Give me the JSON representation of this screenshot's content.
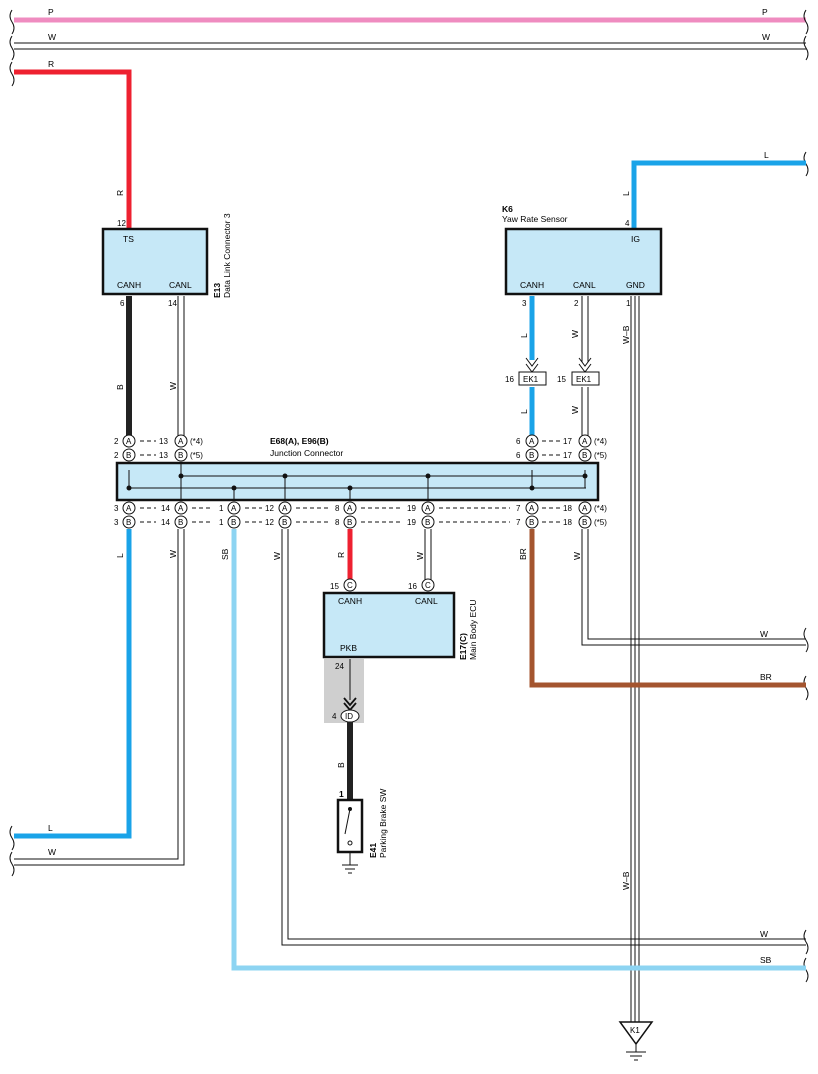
{
  "wire_colors": {
    "P": "#ef8cc0",
    "R": "#ee2130",
    "B": "#222222",
    "L": "#1aa3e8",
    "SB": "#8dd4f2",
    "BR": "#a4552f",
    "W": "#ffffff"
  },
  "wires": {
    "p": "P",
    "w": "W",
    "r": "R",
    "b": "B",
    "l": "L",
    "sb": "SB",
    "br": "BR",
    "wb": "W–B"
  },
  "dlc": {
    "code": "E13",
    "name": "Data Link Connector 3",
    "ts": "TS",
    "canh": "CANH",
    "canl": "CANL",
    "pin_ts": "12",
    "pin_canh": "6",
    "pin_canl": "14"
  },
  "yaw": {
    "code": "K6",
    "name": "Yaw Rate Sensor",
    "ig": "IG",
    "canh": "CANH",
    "canl": "CANL",
    "gnd": "GND",
    "pin_ig": "4",
    "pin_canh": "3",
    "pin_canl": "2",
    "pin_gnd": "1"
  },
  "ek": {
    "label": "EK1",
    "pin_a": "16",
    "pin_b": "15"
  },
  "junction": {
    "code": "E68(A), E96(B)",
    "name": "Junction Connector",
    "top_left": [
      {
        "n": "2",
        "c": "A"
      },
      {
        "n": "2",
        "c": "B"
      }
    ],
    "top_mid": [
      {
        "n": "13",
        "c": "A",
        "note": "(*4)"
      },
      {
        "n": "13",
        "c": "B",
        "note": "(*5)"
      }
    ],
    "top_r1": [
      {
        "n": "6",
        "c": "A"
      },
      {
        "n": "6",
        "c": "B"
      }
    ],
    "top_r2": [
      {
        "n": "17",
        "c": "A",
        "note": "(*4)"
      },
      {
        "n": "17",
        "c": "B",
        "note": "(*5)"
      }
    ],
    "bottom": [
      {
        "a": "3",
        "b": "3"
      },
      {
        "a": "14",
        "b": "14"
      },
      {
        "a": "1",
        "b": "1"
      },
      {
        "a": "12",
        "b": "12"
      },
      {
        "a": "8",
        "b": "8"
      },
      {
        "a": "19",
        "b": "19"
      },
      {
        "a": "7",
        "b": "7"
      },
      {
        "a": "18",
        "b": "18"
      }
    ],
    "note4": "(*4)",
    "note5": "(*5)",
    "ca": "A",
    "cb": "B"
  },
  "ecu": {
    "code": "E17(C)",
    "name": "Main Body ECU",
    "canh": "CANH",
    "canl": "CANL",
    "pkb": "PKB",
    "pin_canh": "15",
    "pin_canl": "16",
    "pin_pkb": "24",
    "conn": "C"
  },
  "id_conn": {
    "label": "ID",
    "pin": "4"
  },
  "pbs": {
    "code": "E41",
    "name": "Parking Brake SW",
    "pin": "1"
  },
  "ground": {
    "label": "K1"
  }
}
